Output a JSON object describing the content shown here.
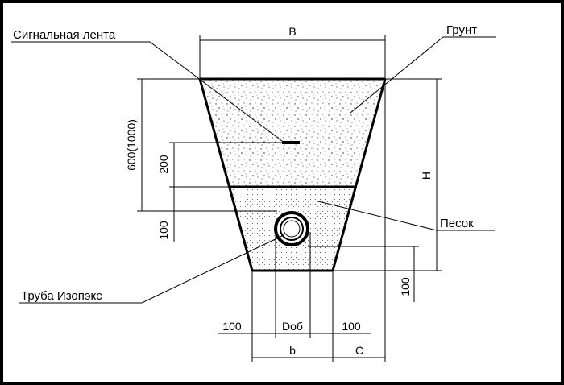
{
  "labels": {
    "signal_tape": "Сигнальная лента",
    "soil": "Грунт",
    "sand": "Песок",
    "pipe": "Труба Изопэкс"
  },
  "dimensions": {
    "top_width": "B",
    "height": "H",
    "depth_total": "600(1000)",
    "tape_offset": "200",
    "sand_above_pipe": "100",
    "sand_below_pipe": "100",
    "left_clearance": "100",
    "pipe_diameter": "Dоб",
    "right_clearance": "100",
    "bottom_width": "b",
    "side_offset": "C"
  },
  "colors": {
    "line": "#000000",
    "background": "#ffffff"
  }
}
